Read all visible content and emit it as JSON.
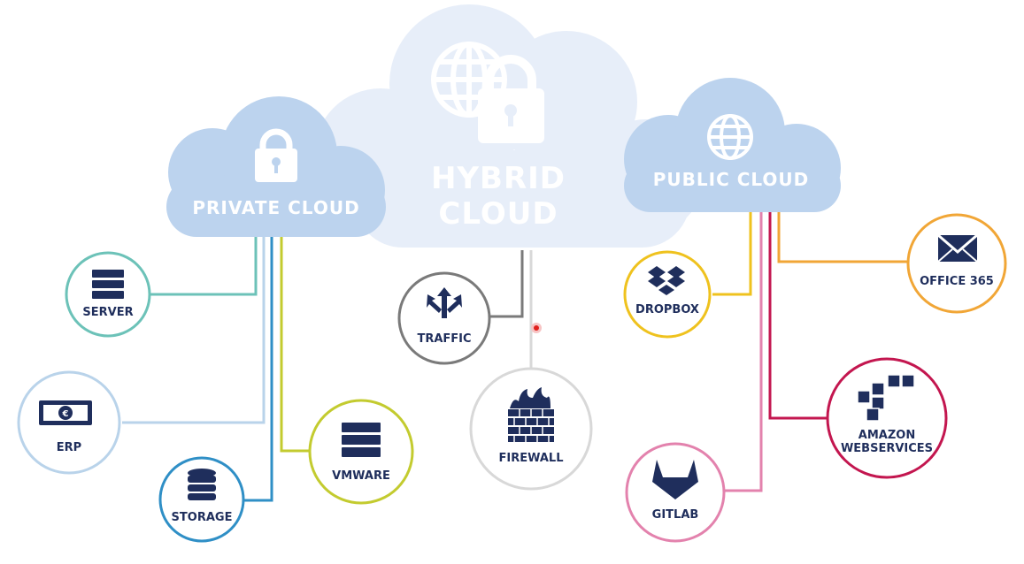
{
  "hybrid_cloud": {
    "line1": "HYBRID",
    "line2": "CLOUD"
  },
  "private_cloud": {
    "title": "PRIVATE CLOUD"
  },
  "public_cloud": {
    "title": "PUBLIC CLOUD"
  },
  "nodes": {
    "server": {
      "label": "SERVER",
      "color": "#6cc2b8"
    },
    "erp": {
      "label": "ERP",
      "color": "#b9d3ea"
    },
    "storage": {
      "label": "STORAGE",
      "color": "#2f8fc6"
    },
    "vmware": {
      "label": "VMWARE",
      "color": "#c3cb2f"
    },
    "traffic": {
      "label": "TRAFFIC",
      "color": "#7a7a7a"
    },
    "firewall": {
      "label": "FIREWALL",
      "color": "#d8d8d8"
    },
    "dropbox": {
      "label": "DROPBOX",
      "color": "#efc21e"
    },
    "office365": {
      "label": "OFFICE 365",
      "color": "#f1a636"
    },
    "amazon": {
      "label_line1": "AMAZON",
      "label_line2": "WEBSERVICES",
      "color": "#c3164f"
    },
    "gitlab": {
      "label": "GITLAB",
      "color": "#e382ad"
    }
  },
  "colors": {
    "cloud_small": "#bcd3ee",
    "cloud_hybrid": "#e7eef9",
    "icon_dark": "#1f2e5c"
  }
}
